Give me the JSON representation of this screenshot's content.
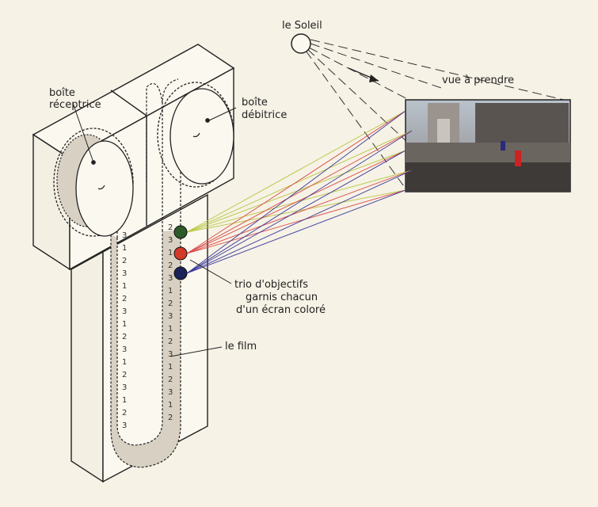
{
  "labels": {
    "sun": "le Soleil",
    "scene": "vue à prendre",
    "take_up_box": [
      "boîte",
      "réceptrice"
    ],
    "supply_box": [
      "boîte",
      "débitrice"
    ],
    "lenses": [
      "trio d'objectifs",
      "garnis chacun",
      "d'un écran coloré"
    ],
    "film": "le film"
  },
  "frame_sequence": [
    "3",
    "2",
    "1"
  ],
  "colors": {
    "paper": "#f6f2e6",
    "ink": "#222222",
    "film_fill": "#d8d0c2",
    "lens_green": "#2e5a2a",
    "lens_red": "#d23a2a",
    "lens_blue": "#1a2458",
    "ray_green": "#b8c640",
    "ray_red": "#d84a48",
    "ray_blue": "#3a3a9a"
  },
  "icons": [
    "sun-icon",
    "lens-green-icon",
    "lens-red-icon",
    "lens-blue-icon",
    "arrow-icon"
  ]
}
